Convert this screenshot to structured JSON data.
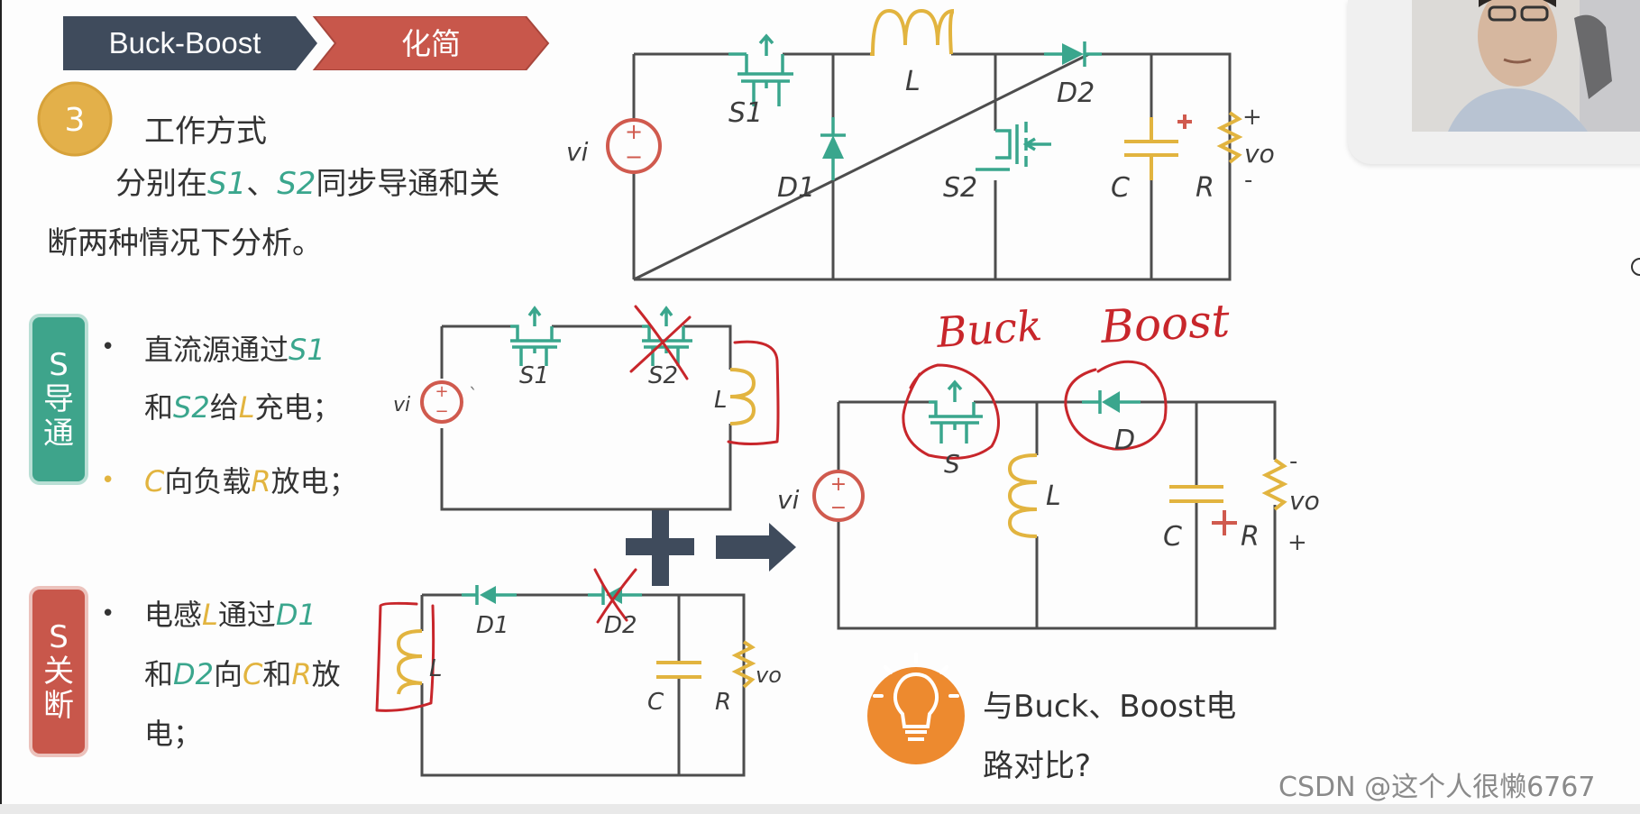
{
  "banner": {
    "tag1": "Buck-Boost",
    "tag2": "化简"
  },
  "section": {
    "number": "3",
    "heading": "工作方式"
  },
  "intro": {
    "line1": [
      "分别在",
      "S1",
      "、",
      "S2",
      "同步导通和关"
    ],
    "line2": "断两种情况下分析。"
  },
  "on_state": {
    "badge": [
      "S",
      "导",
      "通"
    ],
    "bullet1_line1": [
      "直流源通过",
      "S1"
    ],
    "bullet1_line2": [
      "和",
      "S2",
      "给",
      "L",
      "充电；"
    ],
    "bullet2": [
      "C",
      "向负载",
      "R",
      "放电；"
    ]
  },
  "off_state": {
    "badge": [
      "S",
      "关",
      "断"
    ],
    "bullet1_line1": [
      "电感",
      "L",
      "通过",
      "D1"
    ],
    "bullet1_line2": [
      "和",
      "D2",
      "向",
      "C",
      "和",
      "R",
      "放"
    ],
    "bullet1_line3": "电；"
  },
  "main_circuit": {
    "vi": "vi",
    "s1": "S1",
    "d1": "D1",
    "l": "L",
    "s2": "S2",
    "d2": "D2",
    "c": "C",
    "r": "R",
    "vo": "vo",
    "plus": "+",
    "minus": "-"
  },
  "on_circuit": {
    "vi": "vi",
    "s1": "S1",
    "s2": "S2",
    "l": "L"
  },
  "off_circuit": {
    "d1": "D1",
    "d2": "D2",
    "l": "L",
    "c": "C",
    "r": "R",
    "vo": "vo"
  },
  "result_circuit": {
    "vi": "vi",
    "s": "S",
    "l": "L",
    "d": "D",
    "c": "C",
    "r": "R",
    "vo": "vo",
    "minus": "-",
    "plus": "+"
  },
  "handwriting": {
    "buck": "Buck",
    "boost": "Boost"
  },
  "question": {
    "line1": "与Buck、Boost电",
    "line2": "路对比?"
  },
  "watermark": "CSDN @这个人很懒6767",
  "colors": {
    "dark_slate": "#3f4b5c",
    "accent_red": "#c8574b",
    "teal": "#3aa68d",
    "gold": "#e2b43f",
    "orange": "#ed8a2f",
    "ink_red": "#c8262b"
  },
  "icons": {
    "plus_operator": "plus",
    "right_arrow": "arrow-right",
    "hint": "lightbulb"
  }
}
